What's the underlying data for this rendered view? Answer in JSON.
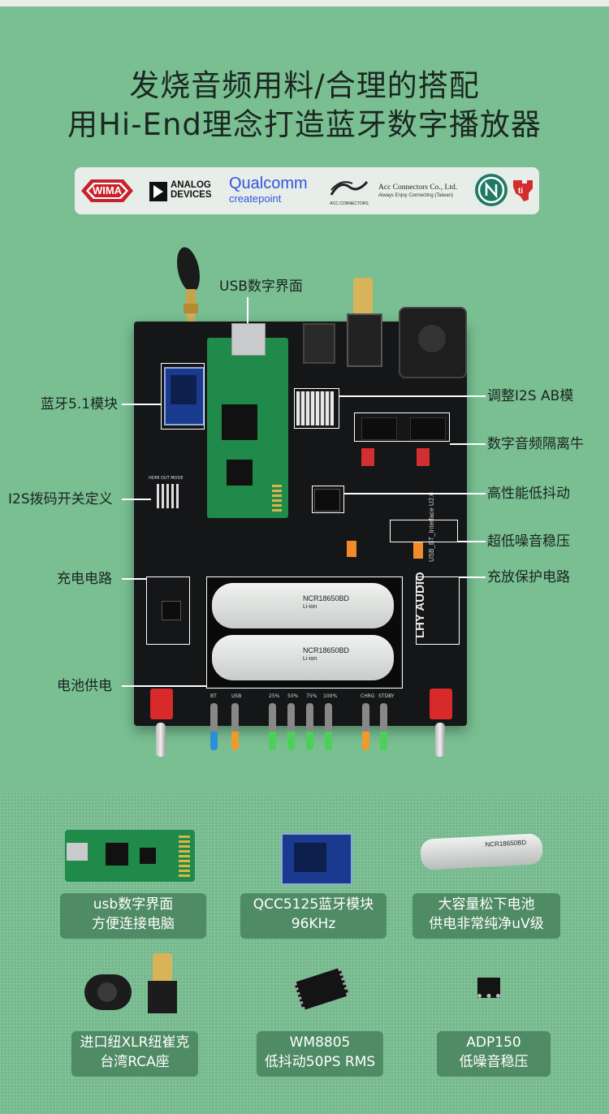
{
  "headline": {
    "line1": "发烧音频用料/合理的搭配",
    "line2": "用Hi-End理念打造蓝牙数字播放器"
  },
  "logos": {
    "wima": "WIMA",
    "analog_devices_line1": "ANALOG",
    "analog_devices_line2": "DEVICES",
    "qualcomm": "Qualcomm",
    "qualcomm_sub": "createpoint",
    "acc_small": "ACC CONNECTORS",
    "acc_connectors_line1": "Acc Connectors Co., Ltd.",
    "acc_connectors_line2": "Always Enjoy Connecting   (Taiwan)"
  },
  "board": {
    "brand_text": "LHY AUDIO",
    "version_text": "USB_BT_Interface U2.6",
    "battery_model": "NCR18650BD",
    "battery_chem": "Li-ion",
    "hdmi_label": "HDMI OUT MODE",
    "led_labels": [
      "BT",
      "USB",
      "25%",
      "50%",
      "75%",
      "100%",
      "CHRG",
      "STDBY"
    ],
    "colors": {
      "pcb": "#151617",
      "usb_module": "#1f8a4a",
      "bt_module": "#1a3a8f",
      "battery": "#d9dcd9"
    }
  },
  "callouts": {
    "usb_interface": "USB数字界面",
    "bluetooth": "蓝牙5.1模块",
    "i2s_switch": "I2S拨码开关定义",
    "charging": "充电电路",
    "battery_power": "电池供电",
    "i2s_ab": "调整I2S AB模",
    "isolation": "数字音频隔离牛",
    "low_jitter": "高性能低抖动",
    "low_noise": "超低噪音稳压",
    "protection": "充放保护电路"
  },
  "features": [
    {
      "line1": "usb数字界面",
      "line2": "方便连接电脑"
    },
    {
      "line1": "QCC5125蓝牙模块",
      "line2": "96KHz"
    },
    {
      "line1": "大容量松下电池",
      "line2": "供电非常纯净uV级"
    },
    {
      "line1": "进口纽XLR纽崔克",
      "line2": "台湾RCA座"
    },
    {
      "line1": "WM8805",
      "line2": "低抖动50PS RMS"
    },
    {
      "line1": "ADP150",
      "line2": "低噪音稳压"
    }
  ]
}
